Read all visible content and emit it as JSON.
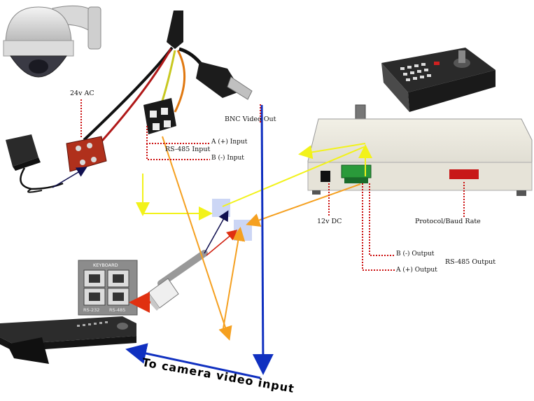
{
  "labels": {
    "ac_power": "24v AC",
    "bnc_video_out": "BNC Video Out",
    "a_input": "A (+) Input",
    "rs485_input": "RS-485 Input",
    "b_input": "B (-) Input",
    "dc_power": "12v DC",
    "protocol_baud": "Protocol/Baud Rate",
    "b_output": "B (-) Output",
    "rs485_output": "RS-485 Output",
    "a_output": "A (+) Output",
    "to_camera_video": "To camera video input"
  },
  "port_panel": {
    "title": "KEYBOARD",
    "left_port": "RS-232",
    "right_port": "RS-485"
  },
  "colors": {
    "video_line": "#1030c0",
    "yellow_wire": "#f2f21a",
    "orange_wire": "#f5a020",
    "red_dotted": "#cc1111",
    "junction_box": "#ccd6f5"
  }
}
